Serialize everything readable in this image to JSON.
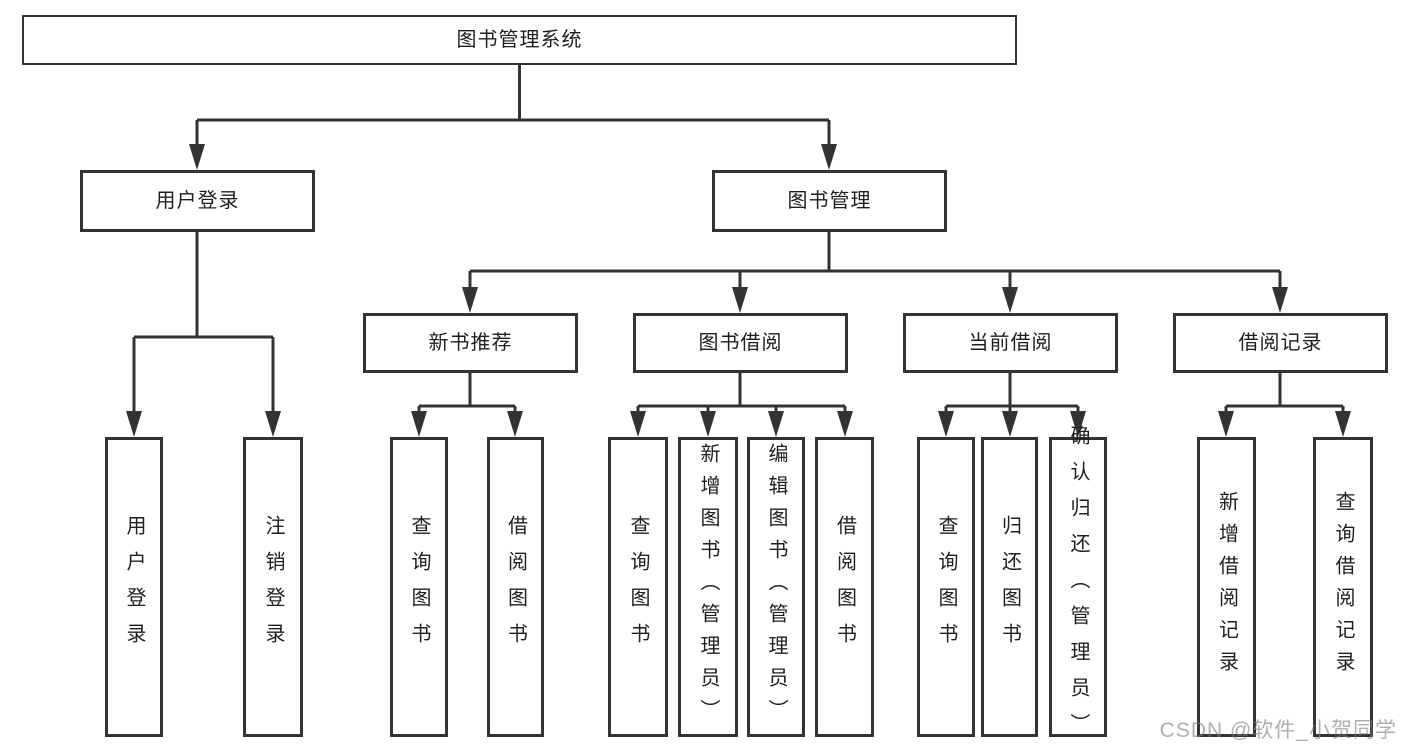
{
  "tree": {
    "root": {
      "label": "图书管理系统",
      "children": [
        {
          "label": "用户登录",
          "children": [
            {
              "label": "用户登录"
            },
            {
              "label": "注销登录"
            }
          ]
        },
        {
          "label": "图书管理",
          "children": [
            {
              "label": "新书推荐",
              "children": [
                {
                  "label": "查询图书"
                },
                {
                  "label": "借阅图书"
                }
              ]
            },
            {
              "label": "图书借阅",
              "children": [
                {
                  "label": "查询图书"
                },
                {
                  "label": "新增图书（管理员）"
                },
                {
                  "label": "编辑图书（管理员）"
                },
                {
                  "label": "借阅图书"
                }
              ]
            },
            {
              "label": "当前借阅",
              "children": [
                {
                  "label": "查询图书"
                },
                {
                  "label": "归还图书"
                },
                {
                  "label": "确认归还（管理员）"
                }
              ]
            },
            {
              "label": "借阅记录",
              "children": [
                {
                  "label": "新增借阅记录"
                },
                {
                  "label": "查询借阅记录"
                }
              ]
            }
          ]
        }
      ]
    }
  },
  "watermark": {
    "text": "CSDN @软件_小贺同学"
  },
  "colors": {
    "line": "#333333",
    "box_border": "#333333",
    "text": "#1f1f1f",
    "background": "#ffffff",
    "watermark": "#7d7d87"
  }
}
